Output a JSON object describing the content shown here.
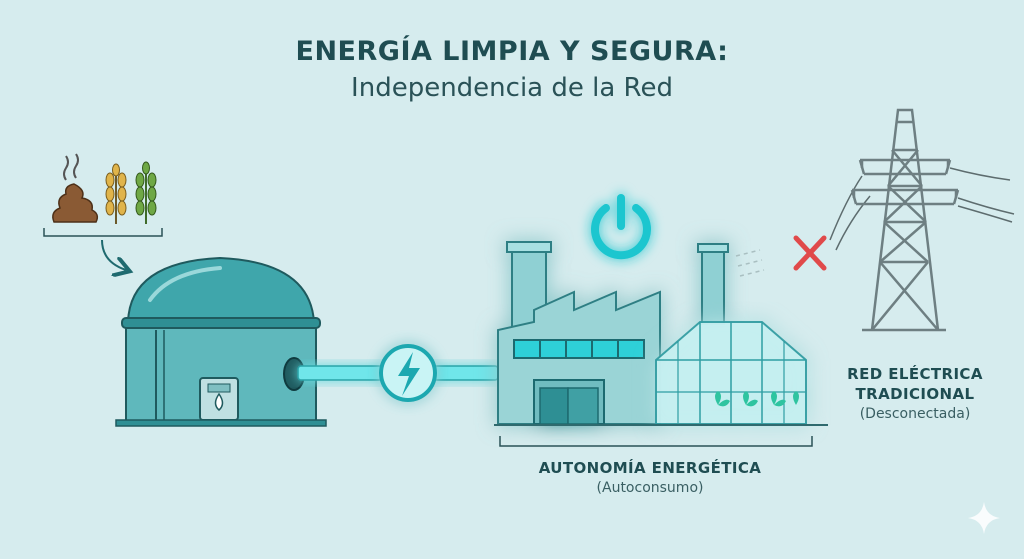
{
  "header": {
    "title": "ENERGÍA LIMPIA Y SEGURA:",
    "subtitle": "Independencia de la Red"
  },
  "labels": {
    "autonomy_title": "AUTONOMÍA ENERGÉTICA",
    "autonomy_sub": "(Autoconsumo)",
    "grid_title_line1": "RED ELÉCTRICA",
    "grid_title_line2": "TRADICIONAL",
    "grid_sub": "(Desconectada)"
  },
  "icons": {
    "inputs": [
      "manure-icon",
      "wheat-icon",
      "grass-icon"
    ],
    "center": "power-icon",
    "connector": "lightning-icon",
    "disconnected": "cross-icon",
    "corner": "sparkle-icon"
  },
  "colors": {
    "background": "#d6ecee",
    "primary": "#34a3a8",
    "glow": "#3fe0e8",
    "text": "#1f4d52",
    "disconnect": "#e04a4a",
    "tower": "#7e8f92"
  }
}
